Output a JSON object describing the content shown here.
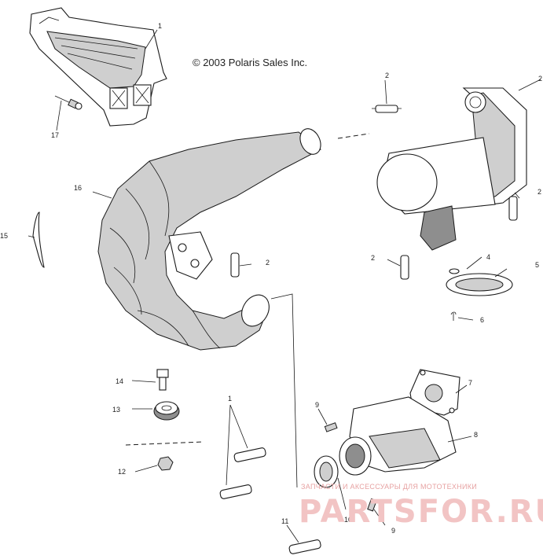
{
  "copyright": "© 2003 Polaris Sales Inc.",
  "callouts": {
    "c1": "1",
    "c2a": "2",
    "c2b": "2",
    "c2c": "2",
    "c2d": "2",
    "c2e": "2",
    "c4": "4",
    "c5": "5",
    "c6": "6",
    "c7": "7",
    "c8": "8",
    "c9a": "9",
    "c9b": "9",
    "c10": "10",
    "c11a": "1",
    "c11b": "11",
    "c12": "12",
    "c13": "13",
    "c14": "14",
    "c15": "15",
    "c16": "16",
    "c17": "17"
  },
  "watermark": {
    "line1": "ЗАПЧАСТИ И АКСЕССУАРЫ ДЛЯ МОТОТЕХНИКИ",
    "logo": "PARTSFOR.RU"
  }
}
